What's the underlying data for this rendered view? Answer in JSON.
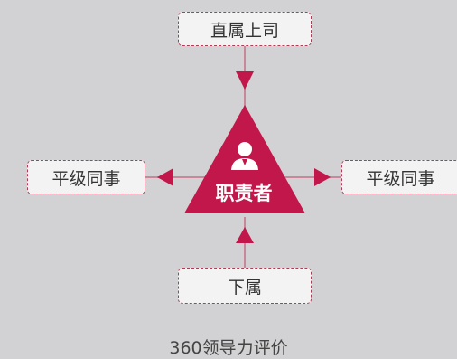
{
  "diagram": {
    "center": {
      "label": "职责者",
      "icon": "person-icon"
    },
    "nodes": {
      "top": "直属上司",
      "left": "平级同事",
      "right": "平级同事",
      "bottom": "下属"
    },
    "caption": "360领导力评价"
  },
  "colors": {
    "accent": "#c2174a",
    "background": "#d2d2d4",
    "box_fill": "#f3f3f3",
    "box_border": "#b23a56",
    "connector": "#c9889a"
  }
}
